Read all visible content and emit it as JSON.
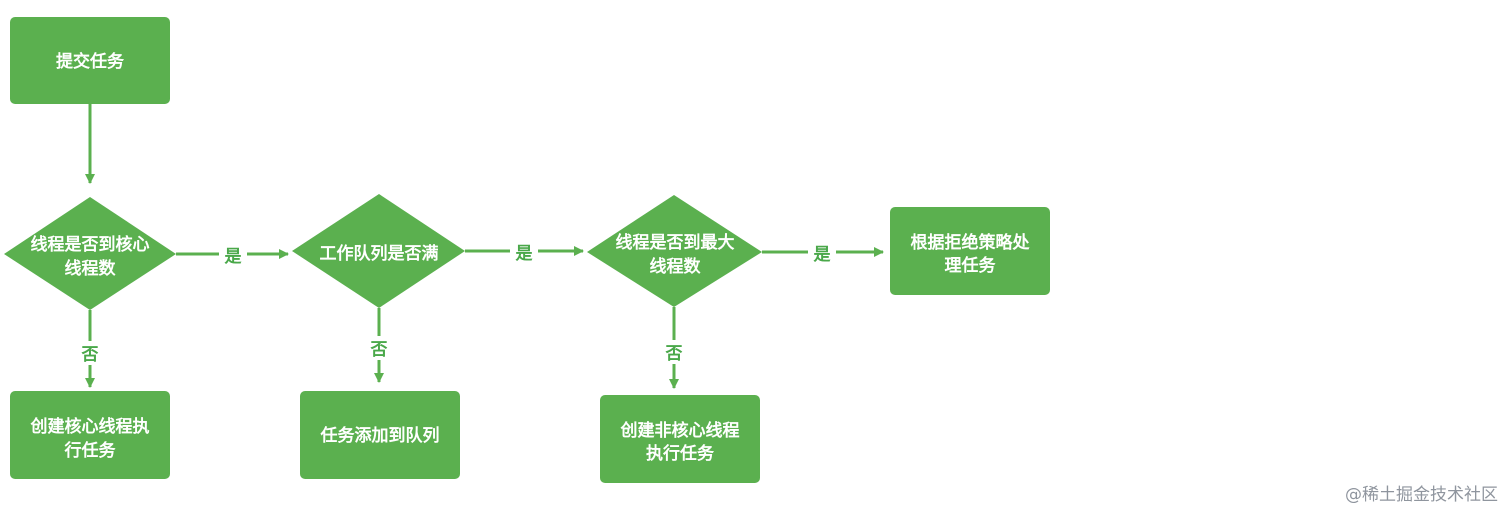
{
  "colors": {
    "node_fill": "#5bb04f",
    "edge": "#5bb04f",
    "label": "#4aa84a"
  },
  "nodes": {
    "submit": {
      "line1": "提交任务"
    },
    "core_check": {
      "line1": "线程是否到核心",
      "line2": "线程数"
    },
    "queue_check": {
      "line1": "工作队列是否满"
    },
    "max_check": {
      "line1": "线程是否到最大",
      "line2": "线程数"
    },
    "reject": {
      "line1": "根据拒绝策略处",
      "line2": "理任务"
    },
    "create_core": {
      "line1": "创建核心线程执",
      "line2": "行任务"
    },
    "add_queue": {
      "line1": "任务添加到队列"
    },
    "create_noncore": {
      "line1": "创建非核心线程",
      "line2": "执行任务"
    }
  },
  "edges": {
    "yes_label": "是",
    "no_label": "否"
  },
  "watermark": "@稀土掘金技术社区"
}
